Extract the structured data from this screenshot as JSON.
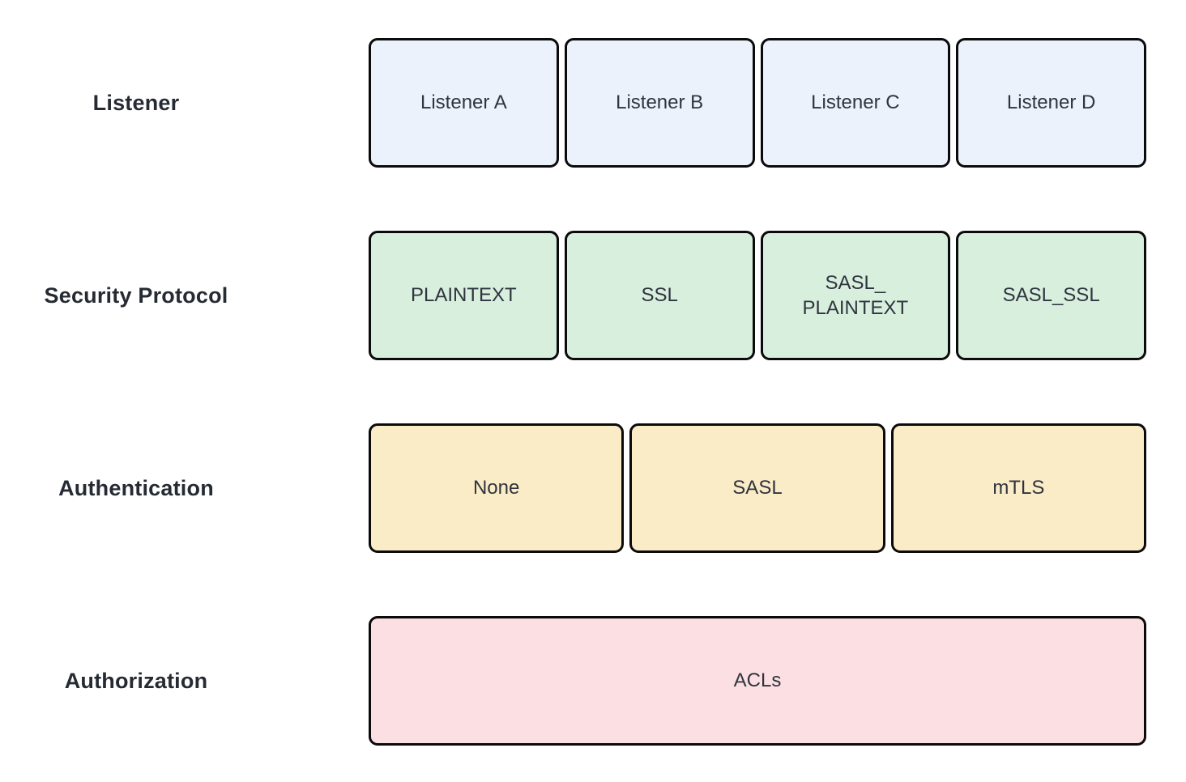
{
  "rows": [
    {
      "label": "Listener",
      "boxes": [
        "Listener A",
        "Listener B",
        "Listener C",
        "Listener D"
      ]
    },
    {
      "label": "Security Protocol",
      "boxes": [
        "PLAINTEXT",
        "SSL",
        "SASL_\nPLAINTEXT",
        "SASL_SSL"
      ]
    },
    {
      "label": "Authentication",
      "boxes": [
        "None",
        "SASL",
        "mTLS"
      ]
    },
    {
      "label": "Authorization",
      "boxes": [
        "ACLs"
      ]
    }
  ],
  "colors": {
    "listener_fill": "#ecf2fb",
    "security_protocol_fill": "#d8efde",
    "authentication_fill": "#fbecc8",
    "authorization_fill": "#fcdfe2",
    "box_border": "#0b0b0b",
    "label_text": "#262b33",
    "box_text": "#2f343e"
  }
}
